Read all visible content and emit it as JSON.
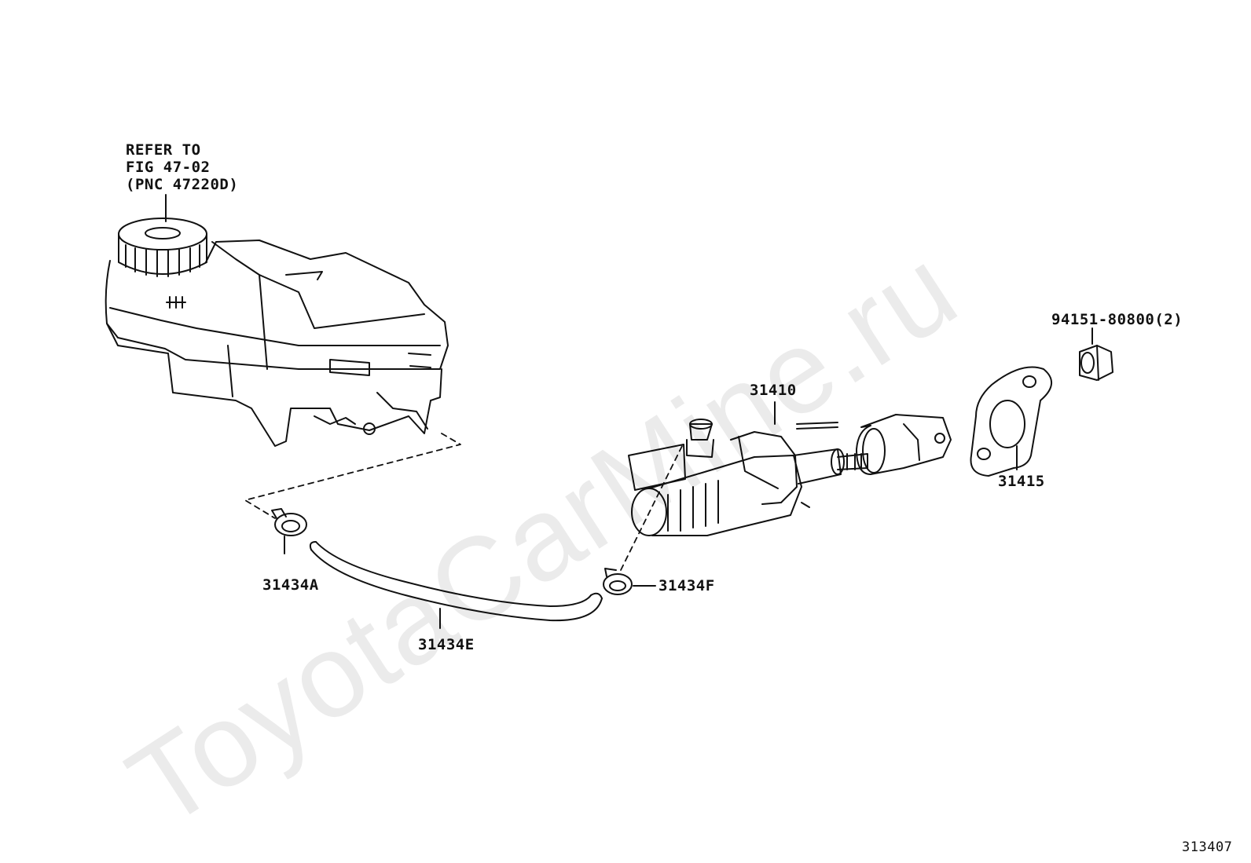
{
  "reference_note": {
    "line1": "REFER TO",
    "line2": "FIG 47-02",
    "line3": "(PNC 47220D)"
  },
  "callouts": {
    "cylinder": "31410",
    "gasket": "31415",
    "nut": "94151-80800(2)",
    "clip_a": "31434A",
    "clip_f": "31434F",
    "hose": "31434E"
  },
  "watermark": "ToyotaCarMine.ru",
  "figure_code": "313407"
}
